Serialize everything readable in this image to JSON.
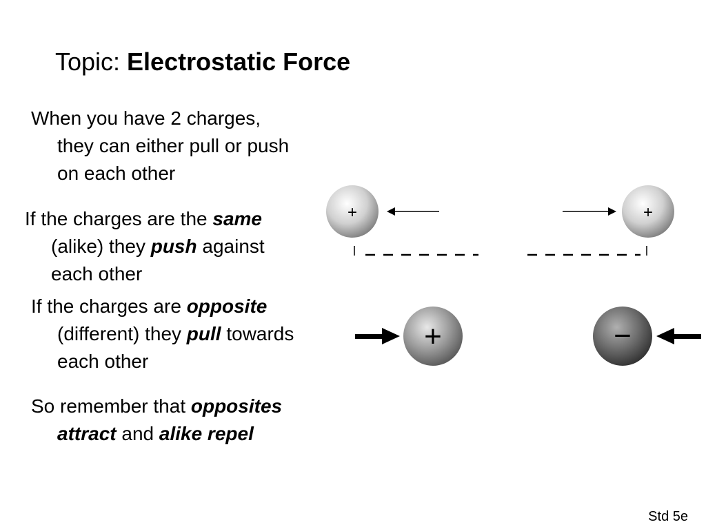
{
  "title": {
    "prefix": "Topic: ",
    "main": "Electrostatic Force"
  },
  "p1": {
    "line1": "When you have 2 charges,",
    "line2": "they can either pull or push",
    "line3": "on each other"
  },
  "p2": {
    "t1": "If the charges are the ",
    "same": "same",
    "t2": "(alike) they ",
    "push": "push",
    "t3": " against",
    "t4": "each other"
  },
  "p3": {
    "t1": "If the charges are ",
    "opposite": "opposite",
    "t2": "(different) they ",
    "pull": "pull",
    "t3": " towards",
    "t4": "each other"
  },
  "p4": {
    "t1": "So remember that ",
    "opposites": "opposites",
    "attract": "attract",
    "t2": " and ",
    "alike_repel": "alike repel"
  },
  "diagram": {
    "plus_sign": "+",
    "minus_sign": "−",
    "colors": {
      "sphere_light": "#f2f2f2",
      "sphere_dark": "#8a8a8a",
      "sphere_dark2": "#404040",
      "arrow": "#000000"
    }
  },
  "footer": "Std 5e"
}
